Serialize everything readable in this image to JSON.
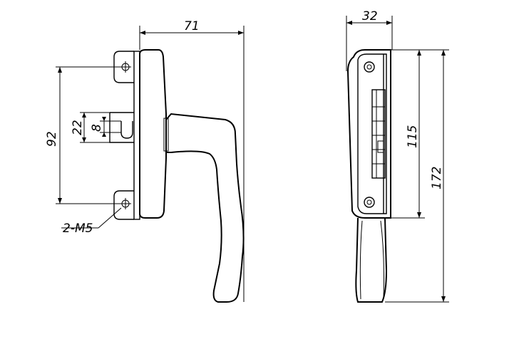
{
  "drawing": {
    "type": "technical-drawing",
    "subject": "window handle",
    "line_color": "#000000",
    "background": "#ffffff"
  },
  "dimensions": {
    "width_71": "71",
    "hole_spacing_92": "92",
    "slot_height_22": "22",
    "slot_width_8": "8",
    "screw_note": "2-M5",
    "depth_32": "32",
    "body_height_115": "115",
    "total_height_172": "172"
  }
}
